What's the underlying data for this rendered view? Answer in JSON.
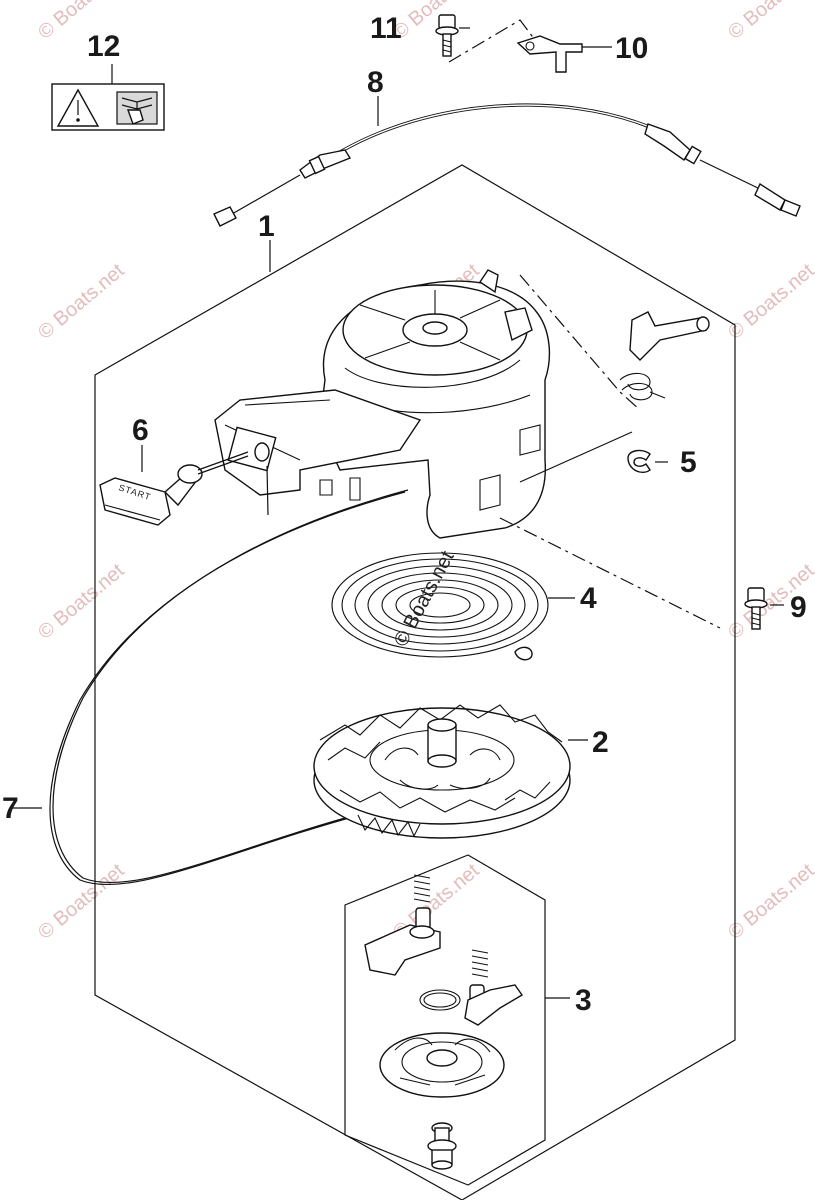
{
  "callouts": [
    {
      "id": "1",
      "label": "1"
    },
    {
      "id": "2",
      "label": "2"
    },
    {
      "id": "3",
      "label": "3"
    },
    {
      "id": "4",
      "label": "4"
    },
    {
      "id": "5",
      "label": "5"
    },
    {
      "id": "6",
      "label": "6"
    },
    {
      "id": "7",
      "label": "7"
    },
    {
      "id": "8",
      "label": "8"
    },
    {
      "id": "9",
      "label": "9"
    },
    {
      "id": "10",
      "label": "10"
    },
    {
      "id": "11",
      "label": "11"
    },
    {
      "id": "12",
      "label": "12"
    }
  ],
  "handle_text": "START",
  "watermark_text": "© Boats.net"
}
